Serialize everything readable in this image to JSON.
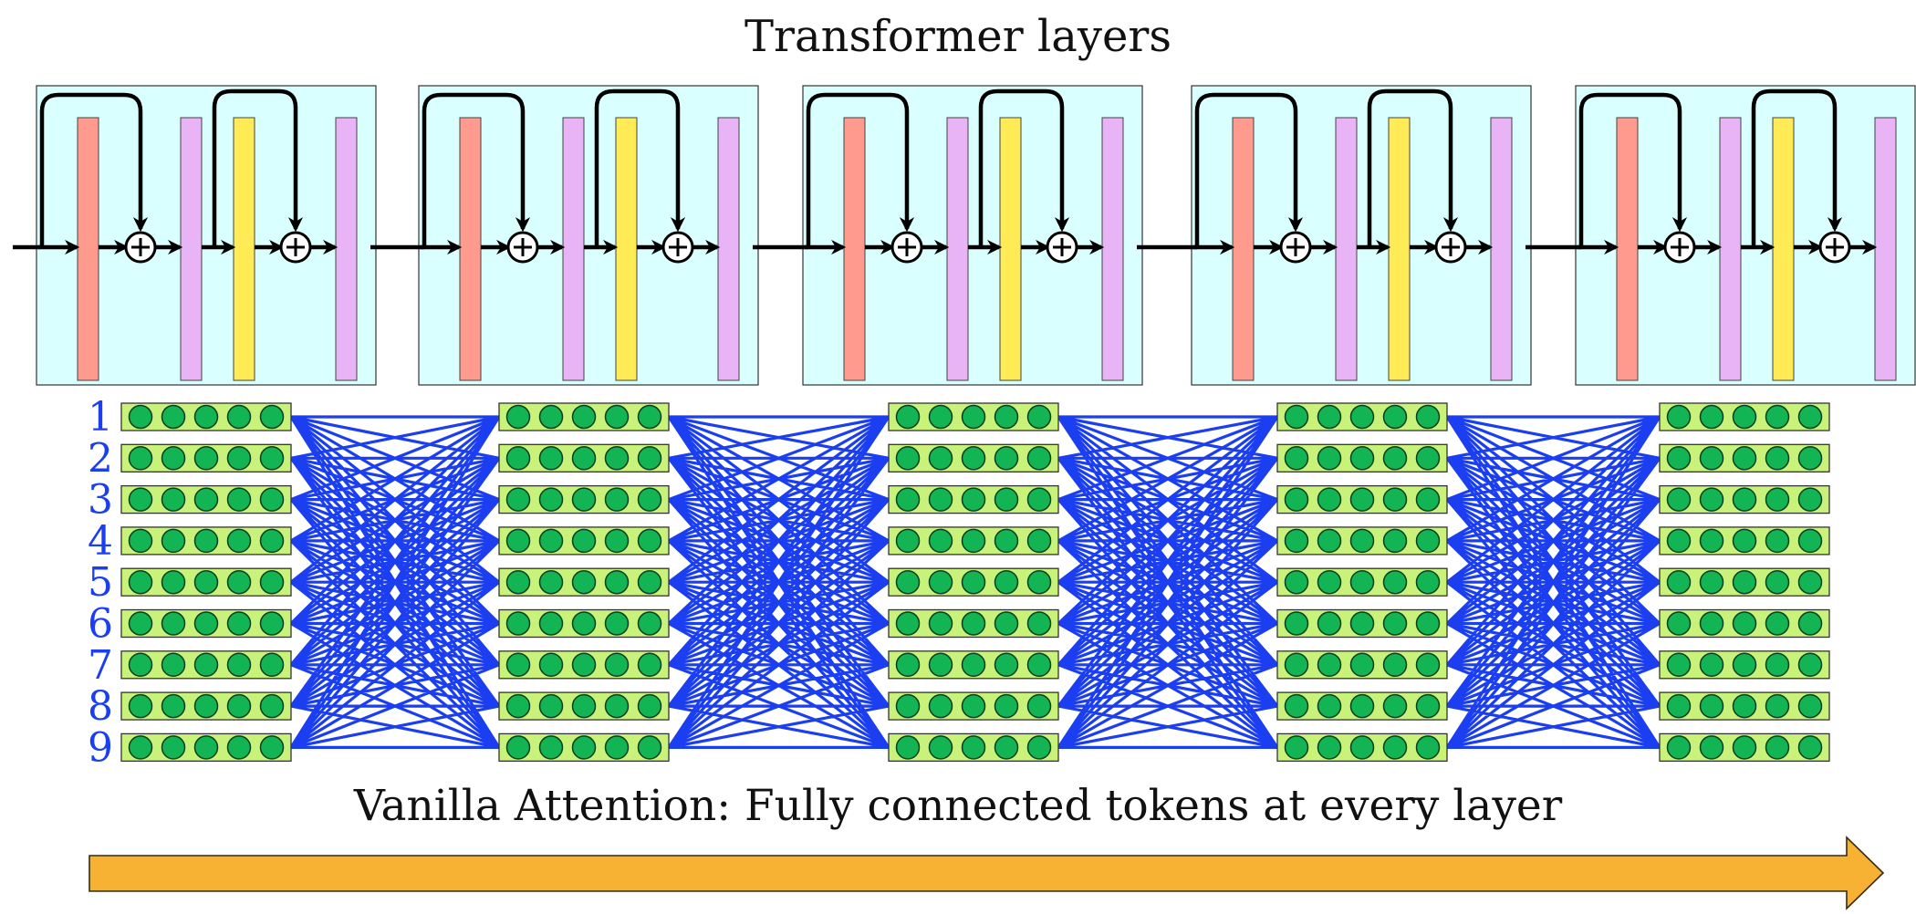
{
  "title": "Transformer layers",
  "caption": "Vanilla Attention: Fully connected tokens at every layer",
  "token_labels": [
    "1",
    "2",
    "3",
    "4",
    "5",
    "6",
    "7",
    "8",
    "9"
  ],
  "layer_count": 5,
  "columns_count": 5,
  "embedding_dim": 5,
  "connectivity": "fully connected",
  "colors": {
    "layer_box": "#d9ffff",
    "attention_block": "#ff9a8e",
    "feedforward_block": "#ffeb55",
    "norm_block": "#e8b4f5",
    "token_box": "#c8f27a",
    "token_dot": "#12b454",
    "connection_lines": "#1a3ef0",
    "labels": "#1a3ef0",
    "arrow": "#f7b234"
  },
  "icons": [
    "residual-add-icon",
    "residual-arrow-icon",
    "progress-arrow-icon"
  ]
}
